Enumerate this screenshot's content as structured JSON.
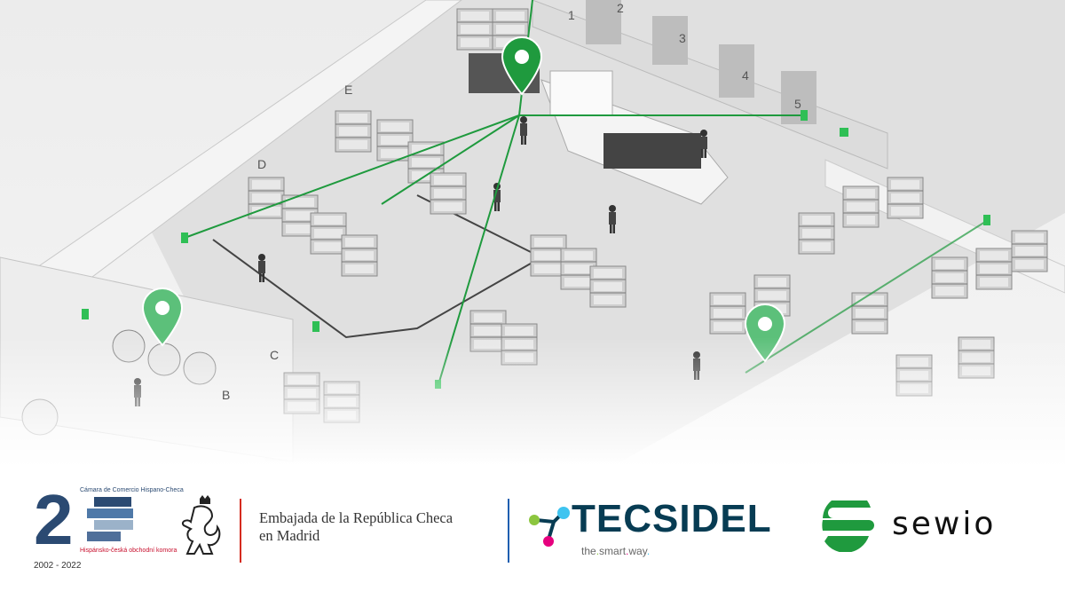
{
  "illustration": {
    "zone_labels": [
      "E",
      "D",
      "C",
      "B"
    ],
    "dock_numbers": [
      "1",
      "2",
      "3",
      "4",
      "5"
    ],
    "accent_color": "#1f9a3e"
  },
  "logos": {
    "chamber": {
      "big_number": "2",
      "name_es": "Cámara de Comercio Hispano-Checa",
      "name_cz": "Hispánsko-česká obchodní komora",
      "years": "2002 - 2022"
    },
    "embassy": {
      "line1": "Embajada de la República Checa",
      "line2": "en Madrid"
    },
    "tecsidel": {
      "name": "TECSIDEL",
      "tagline_the": "the",
      "tagline_smart": "smart",
      "tagline_way": "way",
      "dot": "."
    },
    "sewio": {
      "name": "sewio",
      "color": "#1f9a3e"
    }
  }
}
